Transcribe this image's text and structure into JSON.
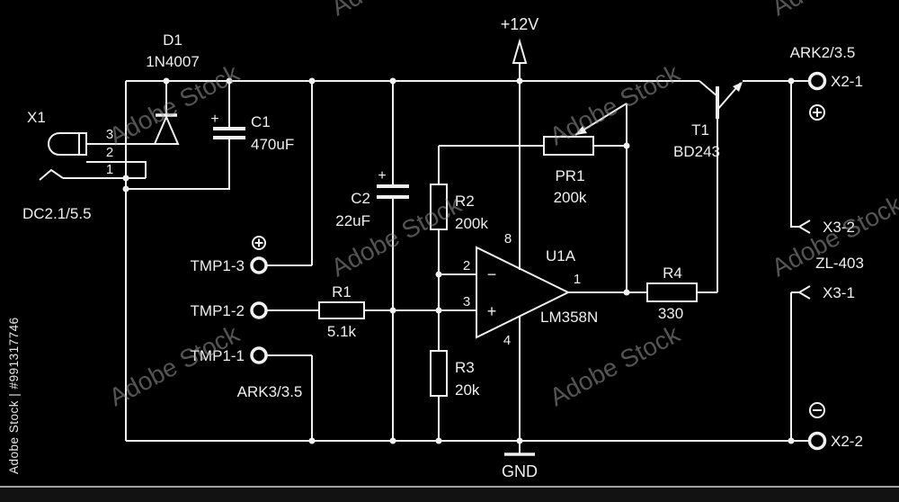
{
  "colors": {
    "background": "#000000",
    "line": "#f0f0f0",
    "watermark_gray": "#a8a8a8"
  },
  "watermark": {
    "brand": "Adobe Stock",
    "side_text": "Adobe Stock | #991317746"
  },
  "power": {
    "vcc_label": "+12V",
    "gnd_label": "GND"
  },
  "input_connector": {
    "ref": "X1",
    "type_label": "DC2.1/5.5",
    "pin_3": "3",
    "pin_2": "2",
    "pin_1": "1"
  },
  "diode": {
    "ref": "D1",
    "value": "1N4007"
  },
  "cap1": {
    "ref": "C1",
    "value": "470uF",
    "plus_sign": "+"
  },
  "cap2": {
    "ref": "C2",
    "value": "22uF",
    "plus_sign": "+"
  },
  "res1": {
    "ref": "R1",
    "value": "5.1k"
  },
  "res2": {
    "ref": "R2",
    "value": "200k"
  },
  "res3": {
    "ref": "R3",
    "value": "20k"
  },
  "res4": {
    "ref": "R4",
    "value": "330"
  },
  "pot": {
    "ref": "PR1",
    "value": "200k"
  },
  "opamp": {
    "ref": "U1A",
    "value": "LM358N",
    "pin_out": "1",
    "pin_inv": "2",
    "pin_noninv": "3",
    "pin_vminus": "4",
    "pin_vplus": "8",
    "minus_sign": "−",
    "plus_sign": "+"
  },
  "transistor": {
    "ref": "T1",
    "value": "BD243"
  },
  "tmp_connector": {
    "type_label": "ARK3/3.5",
    "pin3_label": "TMP1-3",
    "pin2_label": "TMP1-2",
    "pin1_label": "TMP1-1"
  },
  "out_connector": {
    "type_label": "ARK2/3.5",
    "plus_pin": "X2-1",
    "minus_pin": "X2-2"
  },
  "zl_connector": {
    "type_label": "ZL-403",
    "pin2": "X3-2",
    "pin1": "X3-1"
  }
}
